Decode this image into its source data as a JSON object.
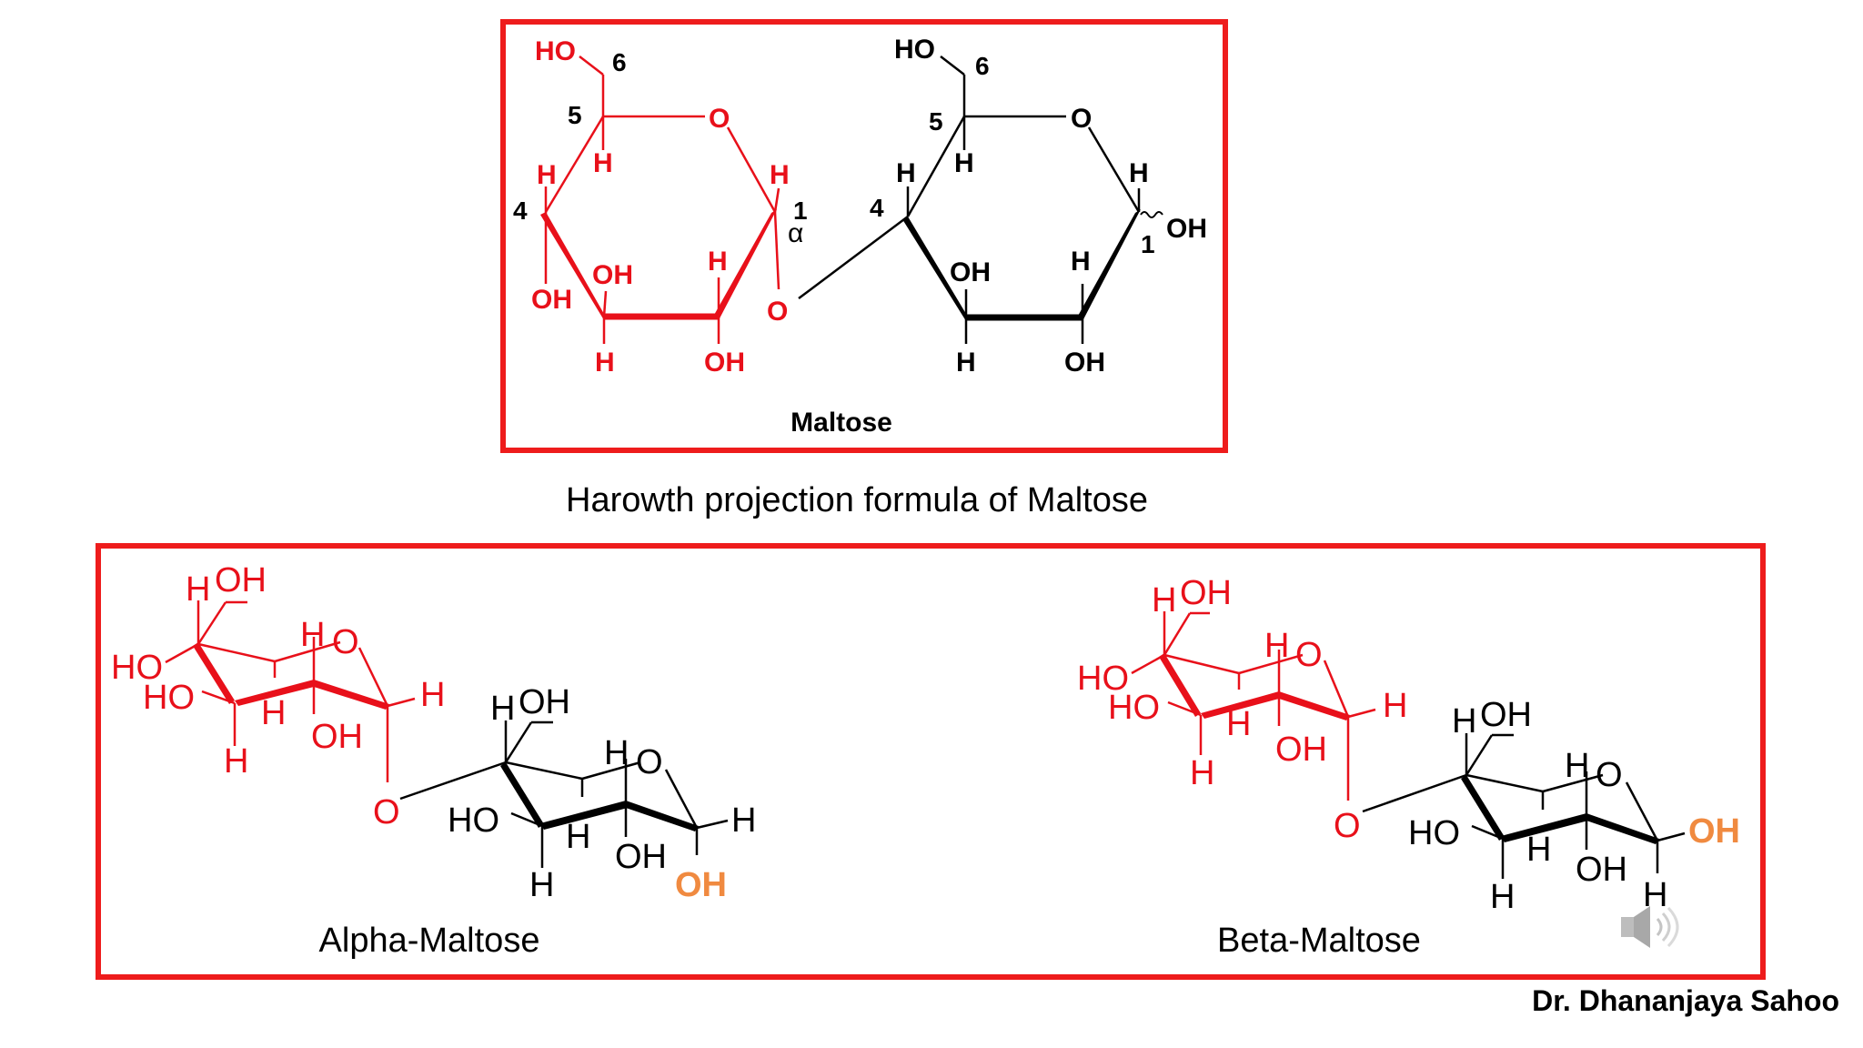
{
  "colors": {
    "frame": "#ee1c1c",
    "glucose_unit_red": "#e8101a",
    "glucose_unit_black": "#000000",
    "anomeric_oh_orange": "#f08a40"
  },
  "haworth": {
    "name_label": "Maltose",
    "caption": "Harowth projection formula of Maltose",
    "carbon_numbers": {
      "n1": "1",
      "n4": "4",
      "n5": "5",
      "n6": "6"
    },
    "alpha_symbol": "α",
    "atoms": {
      "HO": "HO",
      "OH": "OH",
      "O": "O",
      "H": "H"
    }
  },
  "chair": {
    "alpha_label": "Alpha-Maltose",
    "beta_label": "Beta-Maltose",
    "atoms": {
      "HO": "HO",
      "OH": "OH",
      "O": "O",
      "H": "H"
    }
  },
  "author": "Dr. Dhananjaya Sahoo",
  "icons": {
    "audio": "speaker-icon"
  }
}
